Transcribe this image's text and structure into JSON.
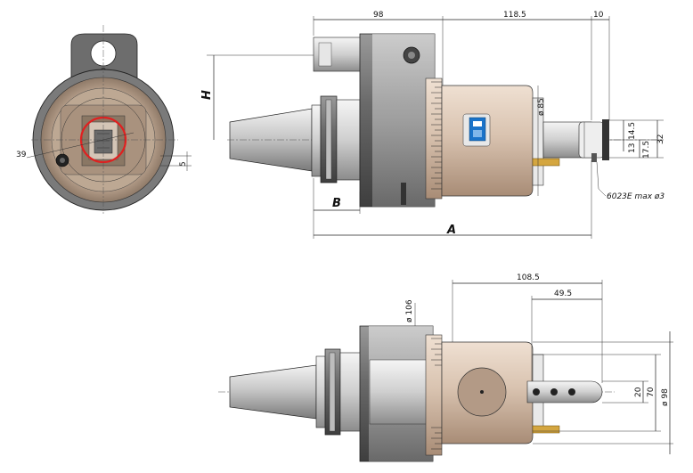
{
  "labels": {
    "H": "H",
    "A": "A",
    "B": "B",
    "d98_top": "98",
    "d118_5": "118.5",
    "d10": "10",
    "d85": "ø 85",
    "d14_5": "14.5",
    "d13": "13",
    "d17_5": "17.5",
    "d32": "32",
    "insert": "6023E max ø3",
    "d39": "39",
    "d5": "5",
    "d108_5": "108.5",
    "d49_5": "49.5",
    "d106": "ø 106",
    "d20": "20",
    "d70": "70",
    "d98_dia": "ø 98"
  },
  "colors": {
    "body_gray": "#8a8a8a",
    "body_dark": "#5e5e5e",
    "bronze": "#d9c3b0",
    "bronze_dark": "#b89c86",
    "steel_light": "#d8d8d8",
    "highlight_red": "#e02020",
    "logo_blue": "#1a73c9"
  }
}
